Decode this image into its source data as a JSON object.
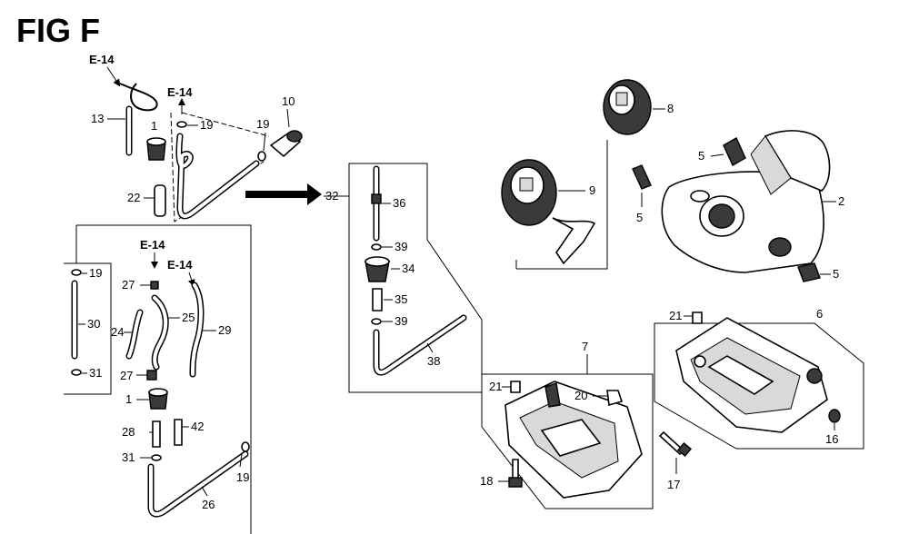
{
  "figure": {
    "title": "FIG F"
  },
  "refs": {
    "e14": "E-14"
  },
  "callouts": {
    "c1": "1",
    "c2": "2",
    "c5": "5",
    "c6": "6",
    "c7": "7",
    "c8": "8",
    "c9": "9",
    "c10": "10",
    "c13": "13",
    "c16": "16",
    "c17": "17",
    "c18": "18",
    "c19": "19",
    "c20": "20",
    "c21": "21",
    "c22": "22",
    "c24": "24",
    "c25": "25",
    "c26": "26",
    "c27": "27",
    "c28": "28",
    "c29": "29",
    "c30": "30",
    "c31": "31",
    "c32": "32",
    "c34": "34",
    "c35": "35",
    "c36": "36",
    "c38": "38",
    "c39": "39",
    "c42": "42"
  }
}
